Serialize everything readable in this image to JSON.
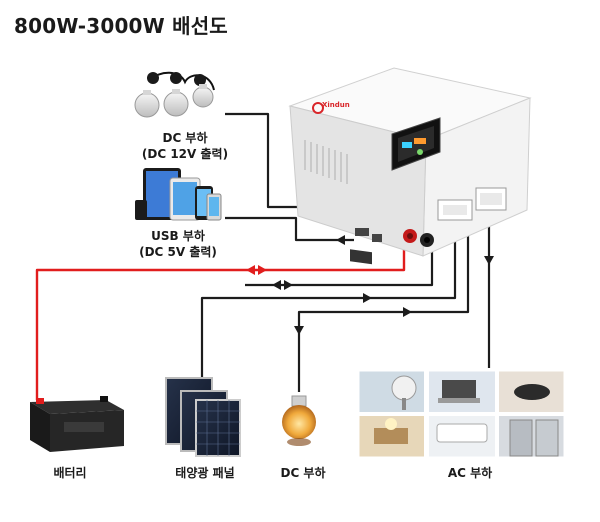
{
  "title": "800W-3000W 배선도",
  "brand_text": "Xindun",
  "loads": {
    "dc_top_label": "DC 부하",
    "dc_top_sub": "(DC 12V 출력)",
    "usb_label": "USB 부하",
    "usb_sub": "(DC 5V 출력)"
  },
  "bottom": {
    "battery": "배터리",
    "solar": "태양광 패널",
    "dc_load": "DC 부하",
    "ac_load": "AC 부하"
  },
  "colors": {
    "battery_wire": "#e11d1d",
    "wire": "#1c1c1c",
    "inverter_body": "#f4f4f4"
  }
}
